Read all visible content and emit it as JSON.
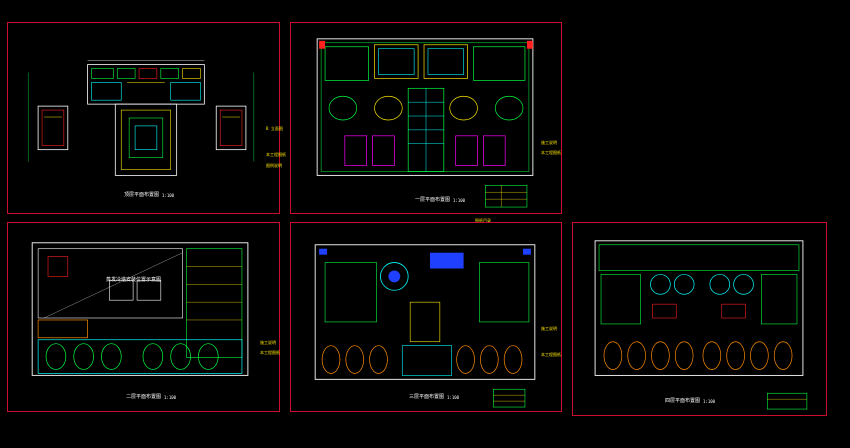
{
  "colors": {
    "background": "#000000",
    "frame": "#c8102e",
    "wall": "#ffffff",
    "green": "#00ff40",
    "yellow": "#ffe600",
    "cyan": "#00ffff",
    "magenta": "#ff00ff",
    "red": "#ff2020",
    "blue": "#2040ff",
    "orange": "#ff8c00"
  },
  "sheets": [
    {
      "id": "sheet-1",
      "title": "顶层平面布置图",
      "scale": "1:100",
      "side_labels": [
        "B 立面图",
        "本工程图纸",
        "图例说明"
      ]
    },
    {
      "id": "sheet-2",
      "title": "一层平面布置图",
      "scale": "1:100",
      "side_labels": [
        "施工说明",
        "本工程图纸"
      ],
      "top_note": "图纸目录"
    },
    {
      "id": "sheet-3",
      "title": "二层平面布置图",
      "scale": "1:100",
      "plan_label": "蒸发冷塔安装位置示意图",
      "side_labels": [
        "施工说明",
        "本工程图纸"
      ]
    },
    {
      "id": "sheet-4",
      "title": "三层平面布置图",
      "scale": "1:100",
      "side_labels": [
        "施工说明",
        "本工程图纸"
      ]
    },
    {
      "id": "sheet-5",
      "title": "四层平面布置图",
      "scale": "1:100",
      "side_labels": []
    }
  ]
}
